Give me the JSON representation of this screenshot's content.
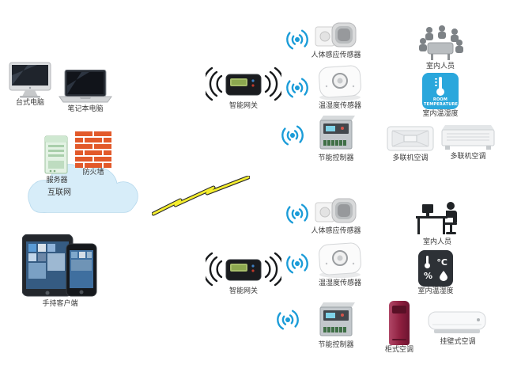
{
  "left": {
    "desktop": "台式电脑",
    "laptop": "笔记本电脑",
    "server": "服务器",
    "firewall": "防火墙",
    "internet": "互联网",
    "handheld": "手持客户端"
  },
  "cluster_top": {
    "gateway": "智能网关",
    "body_sensor": "人体感应传感器",
    "temp_sensor": "温湿度传感器",
    "controller": "节能控制器",
    "people": "室内人员",
    "room_climate": "室内温湿度",
    "room_temp_text": "ROOM TEMPERATURE",
    "ac1": "多联机空调",
    "ac2": "多联机空调"
  },
  "cluster_bottom": {
    "gateway": "智能网关",
    "body_sensor": "人体感应传感器",
    "temp_sensor": "温湿度传感器",
    "controller": "节能控制器",
    "person": "室内人员",
    "room_climate": "室内温湿度",
    "temp_unit": "°C",
    "humidity_unit": "%",
    "cabinet_ac": "柜式空调",
    "wall_ac": "挂壁式空调"
  },
  "colors": {
    "wifi_blue": "#1b9cd8",
    "cloud_blue": "#d7edf9",
    "lightning_yellow": "#f5ee2e",
    "firewall_orange": "#e2592a",
    "server_green": "#e3f2e4",
    "cabinet_red": "#8e1f3f",
    "climate_tile_blue": "#2aa7dc",
    "climate_tile_black": "#2d3136"
  }
}
